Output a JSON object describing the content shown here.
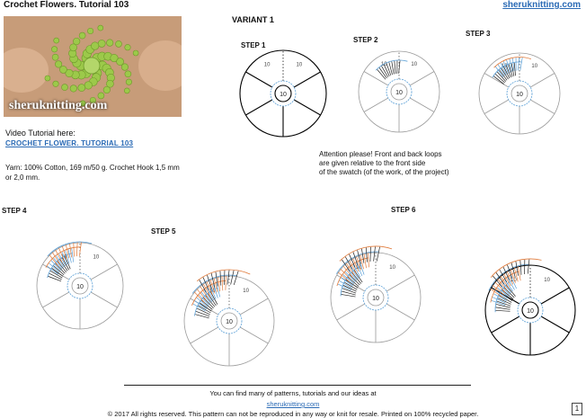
{
  "header": {
    "title": "Crochet Flowers. Tutorial 103",
    "site": "sheruknitting.com"
  },
  "photo": {
    "watermark": "sheruknitting.com"
  },
  "sidebar": {
    "video_label": "Video Tutorial here:",
    "video_link": "CROCHET FLOWER. TUTORIAL 103",
    "yarn": "Yarn: 100% Cotton, 169 m/50 g. Crochet Hook 1,5 mm or 2,0 mm."
  },
  "diagram": {
    "variant_label": "VARIANT 1",
    "center_label": "10",
    "spoke_label": "10",
    "steps": [
      "STEP 1",
      "STEP 2",
      "STEP 3",
      "STEP 4",
      "STEP 5",
      "STEP 6"
    ]
  },
  "attention": {
    "line1": "Attention please! Front and back loops",
    "line2": "are given relative to the front side",
    "line3": "of the swatch (of the work, of the project)"
  },
  "footer": {
    "line1": "You can find many of patterns, tutorials and our ideas at",
    "link": "sheruknitting.com",
    "copyright": "© 2017 All rights reserved. This pattern can not be reproduced in any way or knit for resale. Printed on 100% recycled paper.",
    "page": "1"
  },
  "colors": {
    "accent_blue": "#2a6ab5",
    "stitch_blue": "#5a9fd6",
    "stitch_orange": "#e07a3a",
    "stitch_grey": "#9a9a9a",
    "yarn_green": "#9cc94a"
  }
}
